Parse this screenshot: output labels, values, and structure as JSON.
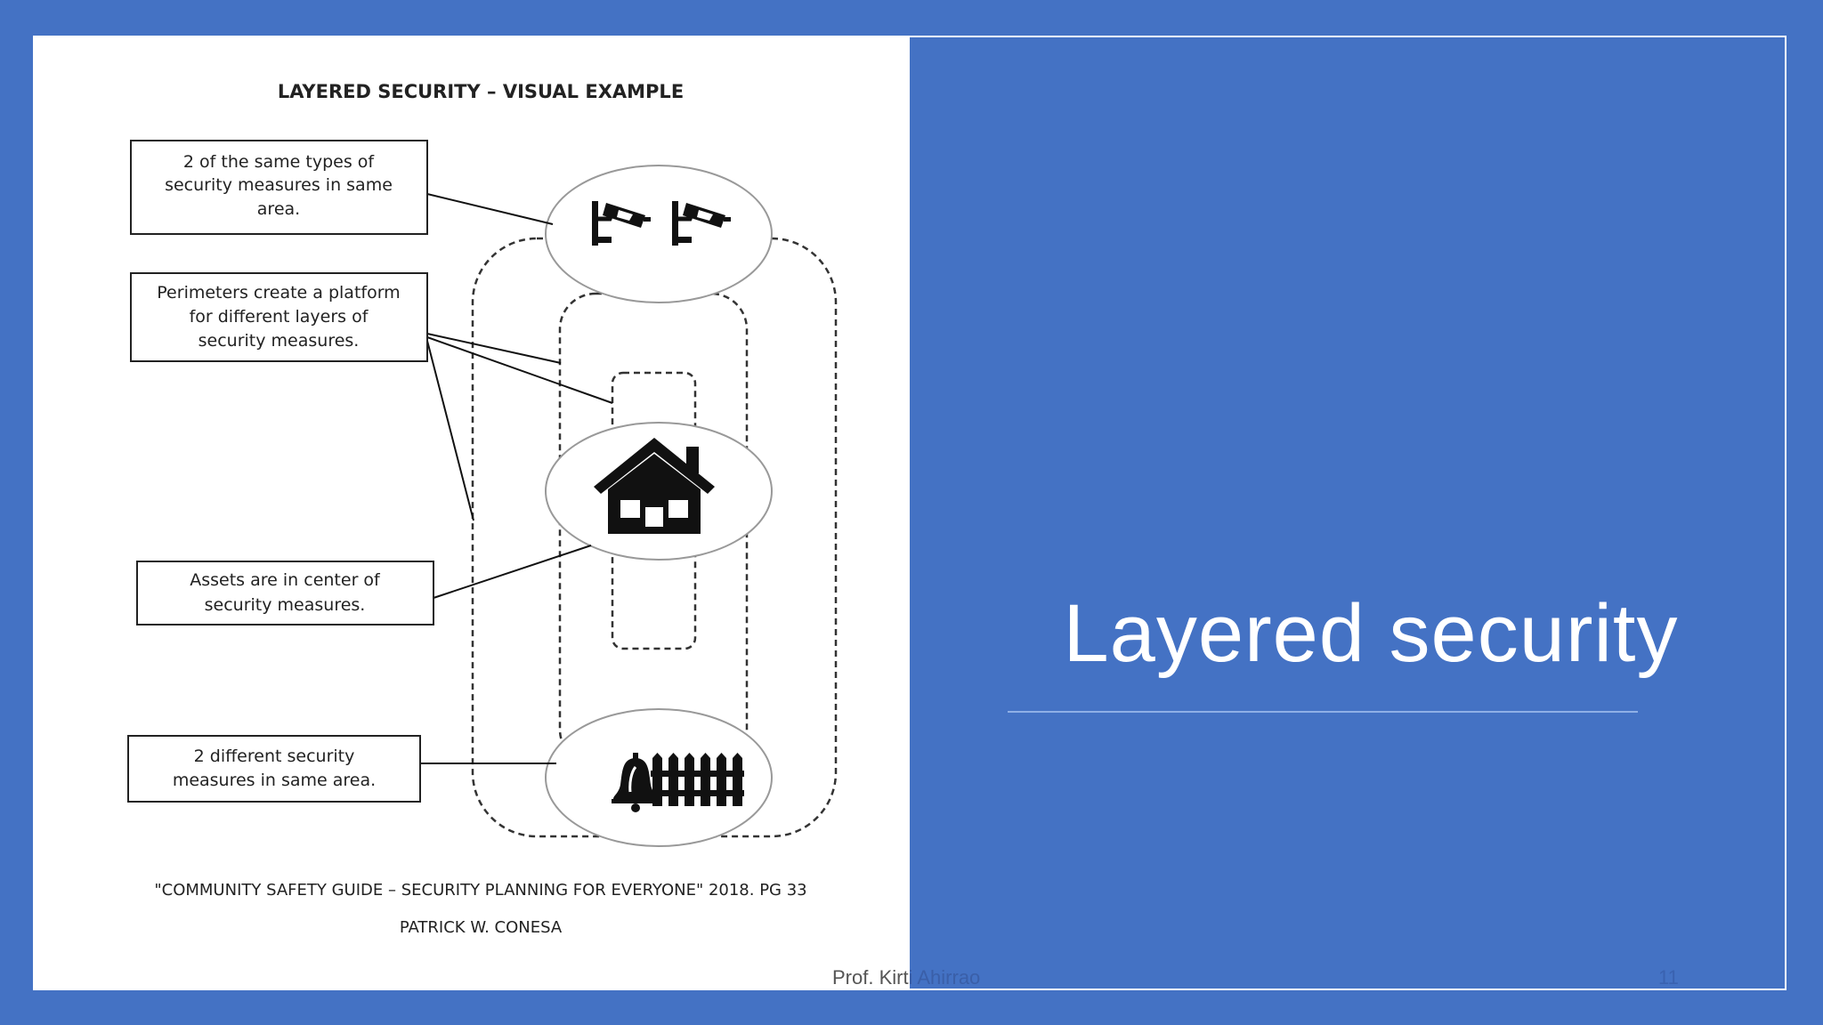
{
  "slide": {
    "title": "Layered security",
    "footer_author_a": "Prof. Kirt",
    "footer_author_b": "i Ahirrao",
    "page_number": "11"
  },
  "figure": {
    "heading": "LAYERED SECURITY – VISUAL EXAMPLE",
    "callouts": {
      "same_types": [
        "2 of the same types of",
        "security measures in same",
        "area."
      ],
      "perimeters": [
        "Perimeters create a platform",
        "for different layers of",
        "security measures."
      ],
      "assets": [
        "Assets are in center of",
        "security measures."
      ],
      "different": [
        "2 different security",
        "measures in same area."
      ]
    },
    "citation": "\"COMMUNITY SAFETY GUIDE – SECURITY PLANNING FOR EVERYONE\" 2018. PG 33",
    "author": "PATRICK W. CONESA"
  },
  "colors": {
    "background": "#4472C4",
    "figure_bg": "#FFFFFF",
    "title_text": "#FFFFFF"
  },
  "icons": [
    "security-camera-icon",
    "house-icon",
    "alarm-bell-icon",
    "fence-icon"
  ]
}
